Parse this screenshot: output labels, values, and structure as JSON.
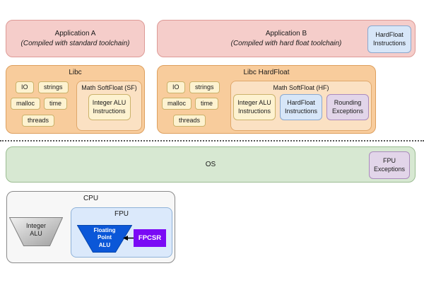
{
  "palette": {
    "app_fill": "#f5cdca",
    "app_border": "#dd9a96",
    "libc_fill": "#f8cc9c",
    "libc_border": "#dda05f",
    "math_fill": "#fbe1c3",
    "math_border": "#e0a86b",
    "module_fill": "#fdf2d0",
    "module_border": "#cbb26b",
    "blue_fill": "#d7e6f8",
    "blue_border": "#8aa8cf",
    "purple_fill": "#e2d5e9",
    "purple_border": "#ab8bbd",
    "os_fill": "#d7e8d2",
    "os_border": "#9bbd92",
    "cpu_fill": "#f7f7f7",
    "cpu_border": "#8a8a8a",
    "fp_alu_fill": "#0b57d8",
    "fpcsr_fill": "#7a0af5"
  },
  "applications": [
    {
      "title": "Application A",
      "subtitle": "(Compiled with standard toolchain)"
    },
    {
      "title": "Application B",
      "subtitle": "(Compiled with hard float toolchain)",
      "chip": "HardFloat\nInstructions"
    }
  ],
  "libc": {
    "title": "Libc",
    "modules": [
      "IO",
      "strings",
      "malloc",
      "time",
      "threads"
    ],
    "math": {
      "title": "Math SoftFloat (SF)",
      "chips": [
        {
          "label": "Integer ALU\nInstructions",
          "variant": "yellow"
        }
      ]
    }
  },
  "libc_hardfloat": {
    "title": "Libc HardFloat",
    "modules": [
      "IO",
      "strings",
      "malloc",
      "time",
      "threads"
    ],
    "math": {
      "title": "Math SoftFloat (HF)",
      "chips": [
        {
          "label": "Integer ALU\nInstructions",
          "variant": "yellow"
        },
        {
          "label": "HardFloat\nInstructions",
          "variant": "blue"
        },
        {
          "label": "Rounding\nExceptions",
          "variant": "purple"
        }
      ]
    }
  },
  "os": {
    "title": "OS",
    "chip": "FPU\nExceptions"
  },
  "cpu": {
    "title": "CPU",
    "integer_alu": "Integer\nALU",
    "fpu": {
      "title": "FPU",
      "fp_alu": "Floating\nPoint\nALU",
      "fpcsr": "FPCSR"
    }
  }
}
